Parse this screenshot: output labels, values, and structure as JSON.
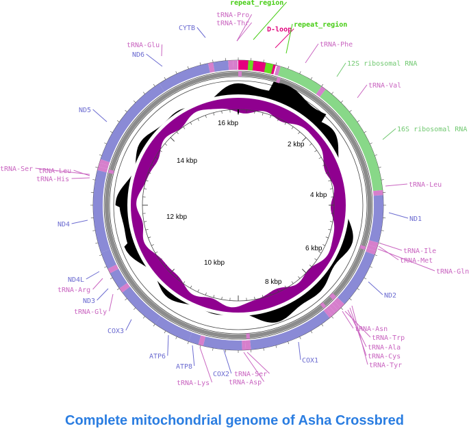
{
  "caption": "Complete mitochondrial genome of Asha Crossbred",
  "colors": {
    "cds": "#8a8ad6",
    "trna": "#d67fcc",
    "rrna": "#88d888",
    "dloop": "#e5007e",
    "repeat": "#66dd22",
    "gc_content": "#000000",
    "gc_skew": "#8f008f",
    "backbone": "#8c8c8c"
  },
  "scale_labels": [
    "2 kbp",
    "4 kbp",
    "6 kbp",
    "8 kbp",
    "10 kbp",
    "12 kbp",
    "14 kbp",
    "16 kbp"
  ],
  "features": [
    {
      "label": "CYTB",
      "type": "cds",
      "strand": "+"
    },
    {
      "label": "tRNA-Glu",
      "type": "trna",
      "strand": "-"
    },
    {
      "label": "ND6",
      "type": "cds",
      "strand": "-"
    },
    {
      "label": "tRNA-Pro",
      "type": "trna",
      "strand": "-"
    },
    {
      "label": "tRNA-Thr",
      "type": "trna",
      "strand": "+"
    },
    {
      "label": "repeat_region",
      "type": "repeat",
      "strand": "+"
    },
    {
      "label": "D-loop",
      "type": "dloop",
      "strand": "+"
    },
    {
      "label": "repeat_region",
      "type": "repeat",
      "strand": "+"
    },
    {
      "label": "tRNA-Phe",
      "type": "trna",
      "strand": "+"
    },
    {
      "label": "12S ribosomal RNA",
      "type": "rrna",
      "strand": "+"
    },
    {
      "label": "tRNA-Val",
      "type": "trna",
      "strand": "+"
    },
    {
      "label": "16S ribosomal RNA",
      "type": "rrna",
      "strand": "+"
    },
    {
      "label": "tRNA-Leu",
      "type": "trna",
      "strand": "+"
    },
    {
      "label": "ND1",
      "type": "cds",
      "strand": "+"
    },
    {
      "label": "tRNA-Ile",
      "type": "trna",
      "strand": "+"
    },
    {
      "label": "tRNA-Met",
      "type": "trna",
      "strand": "+"
    },
    {
      "label": "tRNA-Gln",
      "type": "trna",
      "strand": "-"
    },
    {
      "label": "ND2",
      "type": "cds",
      "strand": "+"
    },
    {
      "label": "tRNA-Asn",
      "type": "trna",
      "strand": "-"
    },
    {
      "label": "tRNA-Trp",
      "type": "trna",
      "strand": "+"
    },
    {
      "label": "tRNA-Ala",
      "type": "trna",
      "strand": "-"
    },
    {
      "label": "tRNA-Cys",
      "type": "trna",
      "strand": "-"
    },
    {
      "label": "tRNA-Tyr",
      "type": "trna",
      "strand": "-"
    },
    {
      "label": "COX1",
      "type": "cds",
      "strand": "+"
    },
    {
      "label": "tRNA-Ser",
      "type": "trna",
      "strand": "-"
    },
    {
      "label": "tRNA-Asp",
      "type": "trna",
      "strand": "+"
    },
    {
      "label": "COX2",
      "type": "cds",
      "strand": "+"
    },
    {
      "label": "tRNA-Lys",
      "type": "trna",
      "strand": "+"
    },
    {
      "label": "ATP8",
      "type": "cds",
      "strand": "+"
    },
    {
      "label": "ATP6",
      "type": "cds",
      "strand": "+"
    },
    {
      "label": "COX3",
      "type": "cds",
      "strand": "+"
    },
    {
      "label": "tRNA-Gly",
      "type": "trna",
      "strand": "+"
    },
    {
      "label": "ND3",
      "type": "cds",
      "strand": "+"
    },
    {
      "label": "tRNA-Arg",
      "type": "trna",
      "strand": "+"
    },
    {
      "label": "ND4L",
      "type": "cds",
      "strand": "+"
    },
    {
      "label": "ND4",
      "type": "cds",
      "strand": "+"
    },
    {
      "label": "tRNA-His",
      "type": "trna",
      "strand": "+"
    },
    {
      "label": "tRNA-Ser",
      "type": "trna",
      "strand": "+"
    },
    {
      "label": "tRNA-Leu",
      "type": "trna",
      "strand": "+"
    },
    {
      "label": "ND5",
      "type": "cds",
      "strand": "+"
    }
  ]
}
